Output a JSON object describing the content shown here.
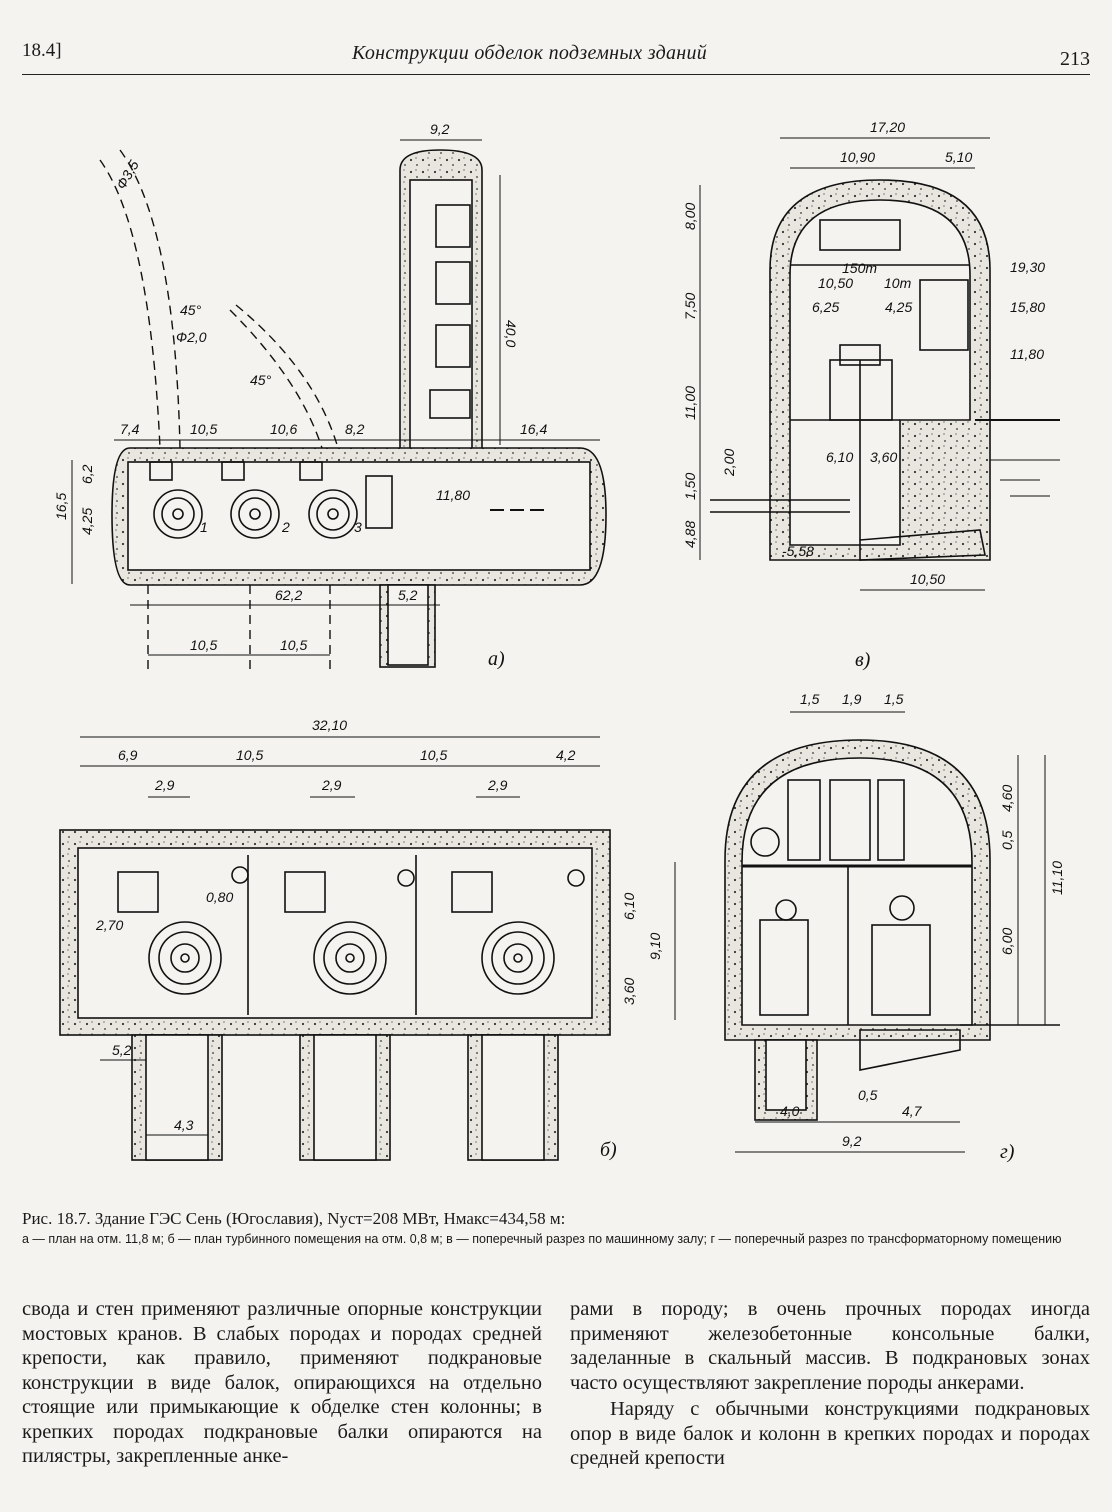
{
  "header": {
    "section": "18.4]",
    "title": "Конструкции обделок подземных зданий",
    "page_number": "213"
  },
  "figure": {
    "panel_labels": {
      "a": "а)",
      "b": "б)",
      "v": "в)",
      "g": "г)"
    },
    "dims_a": [
      "9,2",
      "Ф3,5",
      "45°",
      "Ф2,0",
      "45°",
      "40,0",
      "7,4",
      "10,5",
      "10,6",
      "8,2",
      "16,4",
      "6,2",
      "16,5",
      "4,25",
      "11,80",
      "62,2",
      "5,2",
      "10,5",
      "10,5",
      "1",
      "2",
      "3"
    ],
    "dims_v": [
      "17,20",
      "10,90",
      "5,10",
      "8,00",
      "7,50",
      "150т",
      "10т",
      "10,50",
      "6,25",
      "4,25",
      "19,30",
      "15,80",
      "11,80",
      "11,00",
      "6,10",
      "3,60",
      "2,00",
      "1,50",
      "4,88",
      "-5,58",
      "10,50"
    ],
    "dims_b": [
      "32,10",
      "6,9",
      "10,5",
      "10,5",
      "4,2",
      "2,9",
      "2,9",
      "2,9",
      "0,80",
      "2,70",
      "6,10",
      "9,10",
      "3,60",
      "5,2",
      "4,3"
    ],
    "dims_g": [
      "1,5",
      "1,9",
      "1,5",
      "4,60",
      "0,5",
      "11,10",
      "6,00",
      "0,5",
      "4,0",
      "4,7",
      "9,2"
    ]
  },
  "caption": {
    "main": "Рис. 18.7. Здание ГЭС Сень (Югославия), Nуст=208 МВт, Hмакс=434,58 м:",
    "legend": "а — план на отм. 11,8 м; б — план турбинного помещения на отм. 0,8 м; в — поперечный разрез по машинному залу; г — поперечный разрез по трансформаторному помещению"
  },
  "body": {
    "col1": "свода и стен применяют различные опорные конструкции мостовых кранов. В слабых породах и породах средней крепости, как правило, применяют подкрановые конструкции в виде балок, опирающихся на отдельно стоящие или примыкающие к обделке стен колонны; в крепких породах подкрановые балки опираются на пилястры, закрепленные анке-",
    "col2_p1": "рами в породу; в очень прочных породах иногда применяют железобетонные консольные балки, заделанные в скальный массив. В подкрановых зонах часто осуществляют закрепление породы анкерами.",
    "col2_p2": "Наряду с обычными конструкциями подкрановых опор в виде балок и колонн в крепких породах и породах средней крепости"
  }
}
